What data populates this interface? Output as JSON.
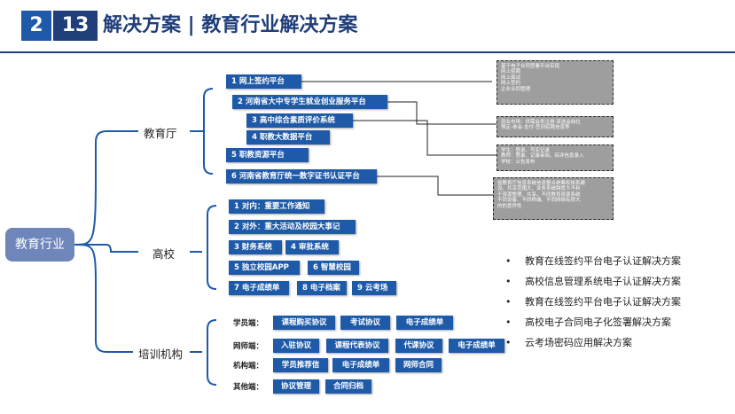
{
  "header": {
    "section_number": "2",
    "page_number": "13",
    "title": "解决方案 | 教育行业解决方案"
  },
  "root": "教育行业",
  "branches": {
    "edu_dept": {
      "label": "教育厅",
      "items": [
        "1 网上签约平台",
        "2 河南省大中专学生就业创业服务平台",
        "3 高中综合素质评价系统",
        "4 职教大数据平台",
        "5 职教资源平台",
        "6 河南省教育厅统一数字证书认证平台"
      ],
      "notes": [
        [
          "基于电子合同签署平台实现",
          "网上招聘",
          "网上面试",
          "网上签约",
          "企业合同管理"
        ],
        [
          "就业市场：供需会务注册·双选会岗位",
          "预定-参会-支付-签到招聘信息等"
        ],
        [
          "学生：登录、写实记录",
          "教师：登录、记录审阅、综评信息录入",
          "学校：公告发布"
        ],
        [
          "省教育厅信息系统信息整合统筹权体系建",
          "设，共享范围大，业务系统跨度大不利",
          "于资源整理、共享。不同教育资源系统",
          "不同设备、不同终端、不同网络有很大",
          "的的差异性"
        ]
      ]
    },
    "university": {
      "label": "高校",
      "items": [
        "1 对内：重要工作通知",
        "2 对外：重大活动及校园大事记",
        "3 财务系统",
        "4 审批系统",
        "5 独立校园APP",
        "6 智慧校园",
        "7 电子成绩单",
        "8 电子档案",
        "9 云考场"
      ]
    },
    "training": {
      "label": "培训机构",
      "rows": [
        {
          "label": "学员端：",
          "items": [
            "课程购买协议",
            "考试协议",
            "电子成绩单"
          ]
        },
        {
          "label": "网师端：",
          "items": [
            "入驻协议",
            "课程代表协议",
            "代课协议",
            "电子成绩单"
          ]
        },
        {
          "label": "机构端：",
          "items": [
            "学员推荐信",
            "电子成绩单",
            "网师合同"
          ]
        },
        {
          "label": "其他端：",
          "items": [
            "协议管理",
            "合同归档"
          ]
        }
      ]
    }
  },
  "solutions": [
    "教育在线签约平台电子认证解决方案",
    "高校信息管理系统电子认证解决方案",
    "教育在线签约平台电子认证解决方案",
    "高校电子合同电子化签署解决方案",
    "云考场密码应用解决方案"
  ],
  "colors": {
    "brand_blue": "#1e5aa8",
    "header_navy": "#1f3e7a",
    "root_fill": "#6f86bb",
    "note_gray": "#9e9e9e"
  }
}
